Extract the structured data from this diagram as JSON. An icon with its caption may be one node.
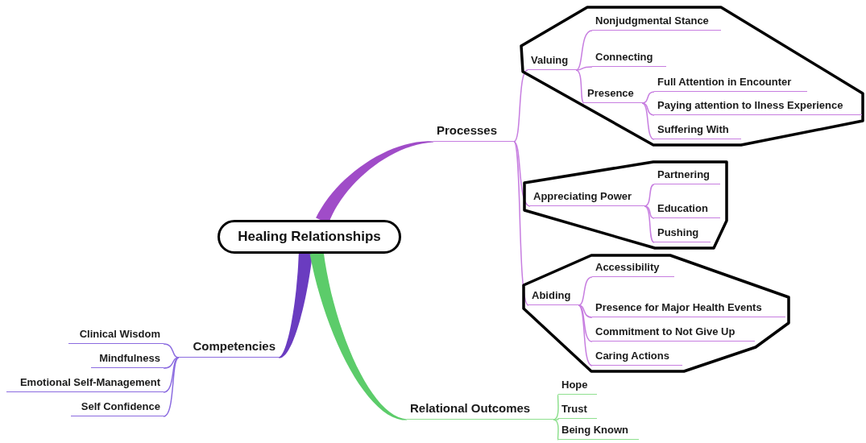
{
  "diagram": {
    "nodes": [
      {
        "text": [
          "Healing Relationships"
        ]
      },
      {
        "text": [
          "Processes"
        ]
      },
      {
        "text": [],
        "shape": "polygon"
      },
      {
        "text": [
          "Valuing"
        ],
        "in": 2
      },
      {
        "text": [
          "Nonjudgmental Stance"
        ],
        "in": 2
      },
      {
        "text": [
          "Connecting"
        ],
        "in": 2
      },
      {
        "text": [
          "Presence"
        ],
        "in": 2
      },
      {
        "text": [
          "Full Attention in Encounter"
        ],
        "in": 2
      },
      {
        "text": [
          "Paying attention to Ilness Experience"
        ],
        "in": 2
      },
      {
        "text": [
          "Suffering With"
        ],
        "in": 2
      },
      {
        "text": [],
        "shape": "polygon"
      },
      {
        "text": [
          "Appreciating Power"
        ],
        "in": 10
      },
      {
        "text": [
          "Partnering"
        ],
        "in": 10
      },
      {
        "text": [
          "Education"
        ],
        "in": 10
      },
      {
        "text": [
          "Pushing"
        ],
        "in": 10
      },
      {
        "text": [],
        "shape": "polygon"
      },
      {
        "text": [
          "Abiding"
        ],
        "in": 15
      },
      {
        "text": [
          "Accessibility"
        ],
        "in": 15
      },
      {
        "text": [
          "Presence for Major Health Events"
        ],
        "in": 15
      },
      {
        "text": [
          "Commitment to Not Give Up"
        ],
        "in": 15
      },
      {
        "text": [
          "Caring Actions"
        ],
        "in": 15
      },
      {
        "text": [
          "Competencies"
        ]
      },
      {
        "text": [
          "Clinical Wisdom"
        ]
      },
      {
        "text": [
          "Mindfulness"
        ]
      },
      {
        "text": [
          "Emotional Self-Management"
        ]
      },
      {
        "text": [
          "Self Confidence"
        ]
      },
      {
        "text": [
          "Relational Outcomes"
        ]
      },
      {
        "text": [
          "Hope"
        ]
      },
      {
        "text": [
          "Trust"
        ]
      },
      {
        "text": [
          "Being Known"
        ]
      }
    ],
    "edges": [
      {
        "from": 0,
        "to": 1,
        "arrow": "none",
        "style": "thick",
        "color": "#a04cc8"
      },
      {
        "from": 1,
        "to": 3,
        "arrow": "none"
      },
      {
        "from": 1,
        "to": 11,
        "arrow": "none"
      },
      {
        "from": 1,
        "to": 16,
        "arrow": "none"
      },
      {
        "from": 3,
        "to": 4,
        "arrow": "none"
      },
      {
        "from": 3,
        "to": 5,
        "arrow": "none"
      },
      {
        "from": 3,
        "to": 6,
        "arrow": "none"
      },
      {
        "from": 6,
        "to": 7,
        "arrow": "none"
      },
      {
        "from": 6,
        "to": 8,
        "arrow": "none"
      },
      {
        "from": 6,
        "to": 9,
        "arrow": "none"
      },
      {
        "from": 11,
        "to": 12,
        "arrow": "none"
      },
      {
        "from": 11,
        "to": 13,
        "arrow": "none"
      },
      {
        "from": 11,
        "to": 14,
        "arrow": "none"
      },
      {
        "from": 16,
        "to": 17,
        "arrow": "none"
      },
      {
        "from": 16,
        "to": 18,
        "arrow": "none"
      },
      {
        "from": 16,
        "to": 19,
        "arrow": "none"
      },
      {
        "from": 16,
        "to": 20,
        "arrow": "none"
      },
      {
        "from": 0,
        "to": 21,
        "arrow": "none",
        "style": "thick",
        "color": "#6a3cc0"
      },
      {
        "from": 21,
        "to": 22,
        "arrow": "none",
        "color": "#8b6be0"
      },
      {
        "from": 21,
        "to": 23,
        "arrow": "none",
        "color": "#8b6be0"
      },
      {
        "from": 21,
        "to": 24,
        "arrow": "none",
        "color": "#8b6be0"
      },
      {
        "from": 21,
        "to": 25,
        "arrow": "none",
        "color": "#8b6be0"
      },
      {
        "from": 0,
        "to": 26,
        "arrow": "none",
        "style": "thick",
        "color": "#5ccc6a"
      },
      {
        "from": 26,
        "to": 27,
        "arrow": "none",
        "color": "#8fe08f"
      },
      {
        "from": 26,
        "to": 28,
        "arrow": "none",
        "color": "#8fe08f"
      },
      {
        "from": 26,
        "to": 29,
        "arrow": "none",
        "color": "#8fe08f"
      }
    ]
  }
}
